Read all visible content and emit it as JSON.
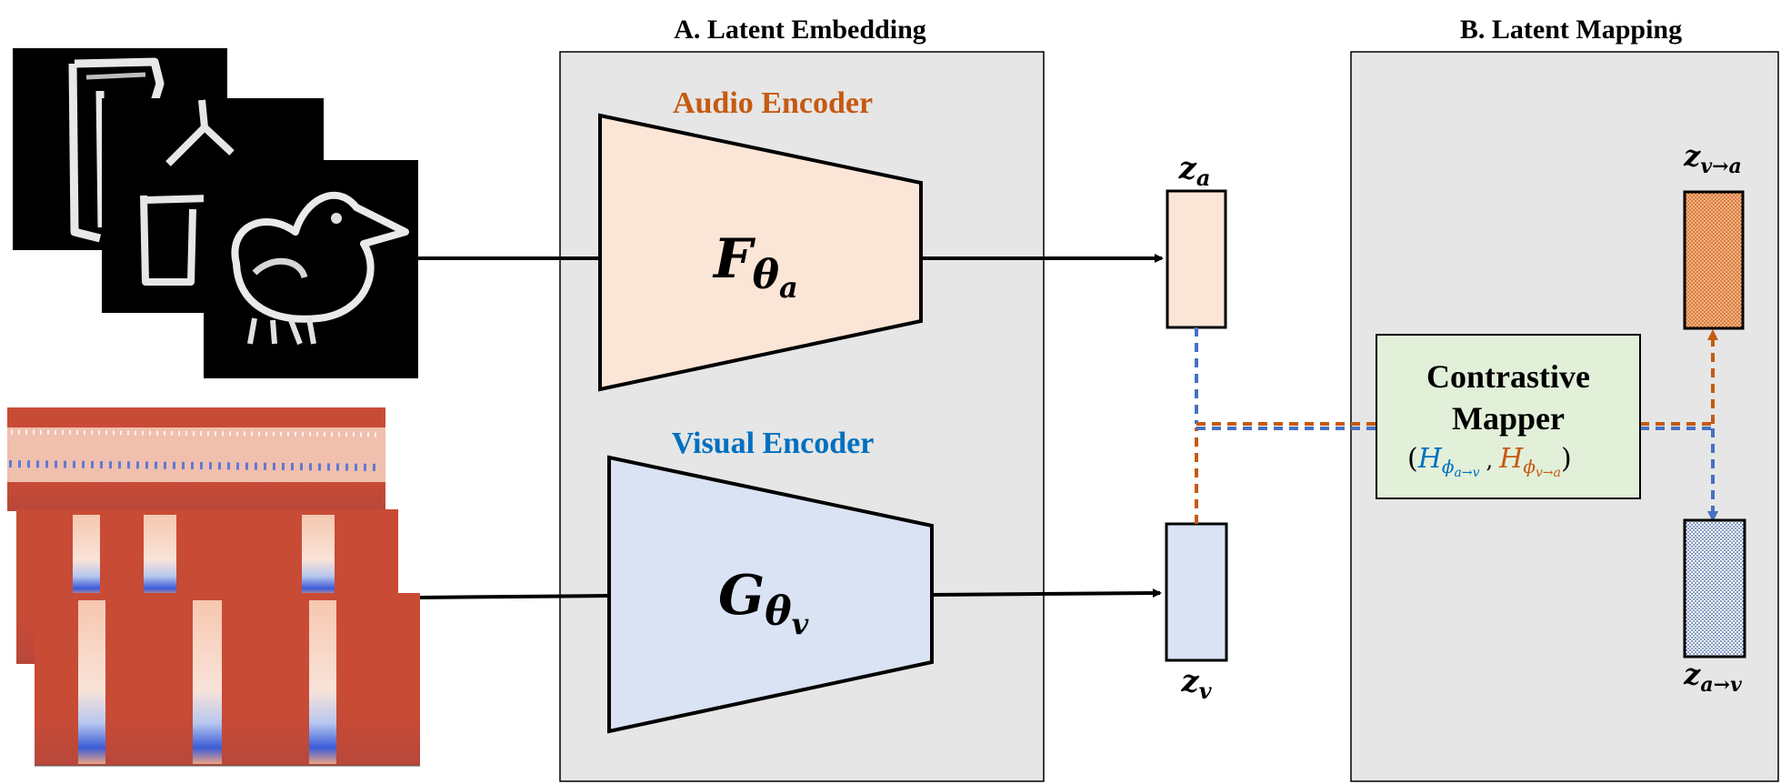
{
  "sections": {
    "latent_embedding_title": "A. Latent Embedding",
    "latent_mapping_title": "B. Latent Mapping"
  },
  "encoders": {
    "audio": {
      "label": "Audio Encoder",
      "symbol": "F",
      "subscript": "θ",
      "sub_sub": "a"
    },
    "visual": {
      "label": "Visual Encoder",
      "symbol": "G",
      "subscript": "θ",
      "sub_sub": "v"
    }
  },
  "latents": {
    "za": {
      "base": "z",
      "sub": "a"
    },
    "zv": {
      "base": "z",
      "sub": "v"
    },
    "zva": {
      "base": "z",
      "sub": "v→a"
    },
    "zav": {
      "base": "z",
      "sub": "a→v"
    }
  },
  "mapper": {
    "line1": "Contrastive",
    "line2": "Mapper",
    "open_paren": "(",
    "close_paren": ")",
    "separator": ",",
    "h_av": {
      "base": "H",
      "sub": "ϕ",
      "subsub": "a→v"
    },
    "h_va": {
      "base": "H",
      "sub": "ϕ",
      "subsub": "v→a"
    }
  },
  "colors": {
    "audio_accent": "#c55a11",
    "visual_accent": "#0070c0",
    "audio_fill": "#fbe5d6",
    "visual_fill": "#dae3f3",
    "panel_fill": "#e6e6e6",
    "mapper_fill": "#e2f0d9",
    "blue_dash": "#4472c4",
    "orange_dash": "#c55a11"
  }
}
